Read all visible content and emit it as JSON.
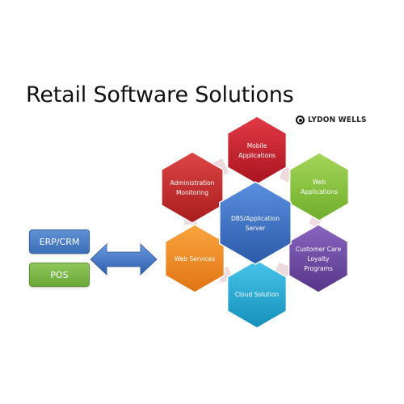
{
  "title": "Retail Software Solutions",
  "logo": {
    "text": "LYDON WELLS"
  },
  "boxes": {
    "erp": "ERP/CRM",
    "pos": "POS"
  },
  "hexes": {
    "center": {
      "lines": [
        "DBS/Application",
        "Server"
      ],
      "color": "#3a6fc4"
    },
    "mobile": {
      "lines": [
        "Mobile",
        "Applications"
      ],
      "color": "#c8202e"
    },
    "web_apps": {
      "lines": [
        "Web",
        "Applications"
      ],
      "color": "#8cc63f"
    },
    "customer_care": {
      "lines": [
        "Customer Care",
        "Loyalty",
        "Programs"
      ],
      "color": "#6d4aa0"
    },
    "cloud": {
      "lines": [
        "Cloud Solution"
      ],
      "color": "#1ea9d4"
    },
    "web_services": {
      "lines": [
        "Web Services"
      ],
      "color": "#f28a1e"
    },
    "admin": {
      "lines": [
        "Administration",
        "Monitoring"
      ],
      "color": "#c32a2a"
    }
  },
  "colors": {
    "arrow": "#4a78c2",
    "connector": "#e7cfd3"
  }
}
